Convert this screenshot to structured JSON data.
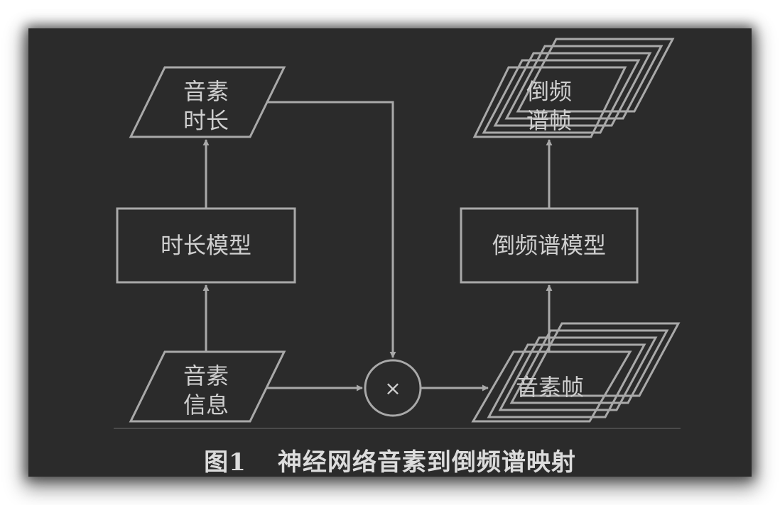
{
  "nodes": {
    "phoneme_duration": [
      "音素",
      "时长"
    ],
    "duration_model": "时长模型",
    "phoneme_info": [
      "音素",
      "信息"
    ],
    "multiply_symbol": "×",
    "phoneme_frames": "音素帧",
    "cepstrum_model": "倒频谱模型",
    "cepstrum_frames": [
      "倒频",
      "谱帧"
    ]
  },
  "caption": {
    "number": "图1",
    "title": "神经网络音素到倒频谱映射"
  },
  "colors": {
    "background": "#2b2b2b",
    "stroke": "#a9a9a9",
    "text": "#cfcfcf"
  }
}
